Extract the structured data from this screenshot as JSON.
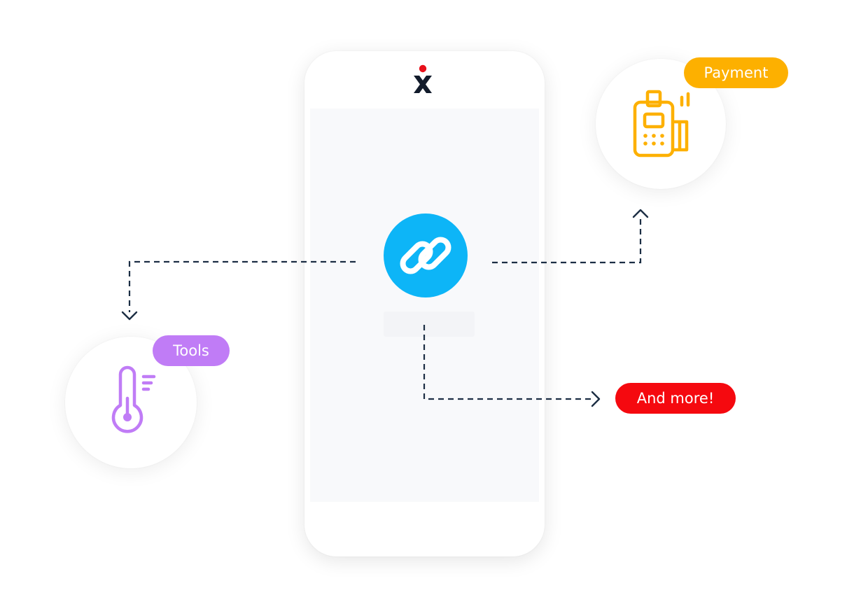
{
  "colors": {
    "link_blue": "#0db5f7",
    "payment_orange": "#fdb000",
    "tools_purple": "#c07cf6",
    "more_red": "#f5090f",
    "connector_navy": "#1c2e44",
    "logo_dark": "#121b2b",
    "logo_dot_red": "#e8101b"
  },
  "phone": {
    "logo_icon": "x-logo-icon",
    "center_icon": "link-chain-icon"
  },
  "nodes": {
    "payment": {
      "label": "Payment",
      "icon": "card-terminal-icon"
    },
    "tools": {
      "label": "Tools",
      "icon": "thermometer-icon"
    },
    "more": {
      "label": "And more!"
    }
  }
}
